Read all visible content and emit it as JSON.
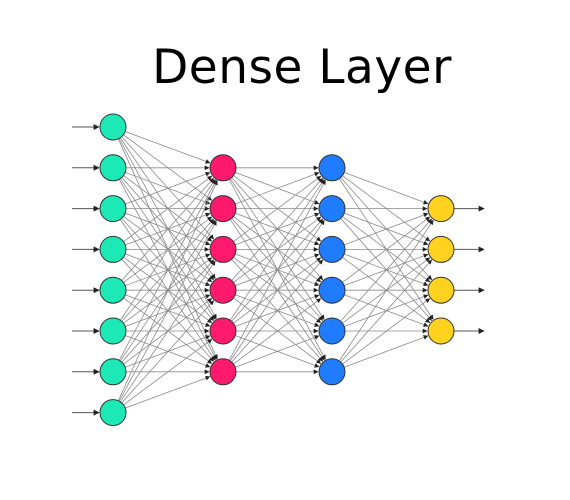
{
  "title": "Dense Layer",
  "network": {
    "layers": [
      {
        "nodes": 8,
        "color": "#1de9b6"
      },
      {
        "nodes": 6,
        "color": "#ff1a6e"
      },
      {
        "nodes": 6,
        "color": "#1f7bff"
      },
      {
        "nodes": 4,
        "color": "#ffd21f"
      }
    ],
    "input_arrows": true,
    "output_arrows": true,
    "connectivity": "fully-connected",
    "edge_color": "#8a8a8a",
    "node_stroke": "#333333"
  }
}
